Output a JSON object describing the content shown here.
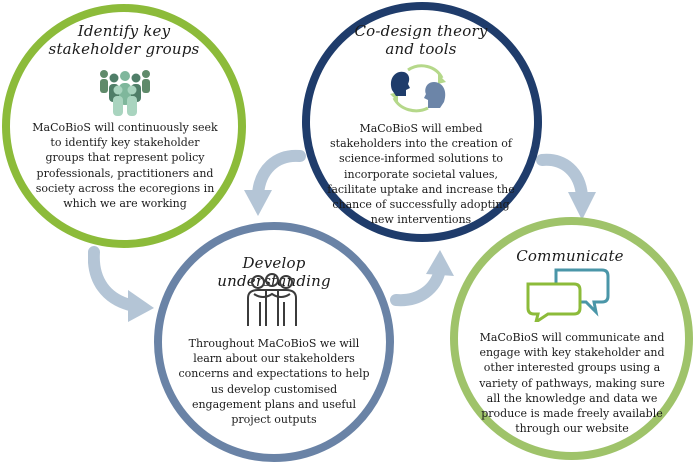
{
  "diagram": {
    "identify": {
      "title_line1": "Identify key",
      "title_line2": "stakeholder groups",
      "icon": "crowd-icon",
      "body": "MaCoBioS will continuously seek to identify key stakeholder groups that represent policy professionals, practitioners and society across the ecoregions in which we are working",
      "color": "#8cbb3a"
    },
    "codesign": {
      "title_line1": "Co-design theory",
      "title_line2": "and tools",
      "icon": "two-heads-exchange-icon",
      "body": "MaCoBioS will embed stakeholders into the creation of science-informed solutions to incorporate societal values, facilitate uptake and increase the chance of successfully adopting new interventions",
      "color": "#1f3c6b"
    },
    "develop": {
      "title": "Develop understanding",
      "icon": "group-embrace-icon",
      "body": "Throughout MaCoBioS we will learn about our stakeholders concerns and expectations to help us develop customised engagement plans and useful project outputs",
      "color": "#6a83a6"
    },
    "communicate": {
      "title": "Communicate",
      "icon": "chat-bubbles-icon",
      "body": "MaCoBioS will communicate and engage with key stakeholder and other interested groups using a variety of pathways, making sure all the knowledge and data we produce is made freely available through our website",
      "color": "#9fc36a"
    },
    "arrow_color": "#b4c5d6"
  }
}
